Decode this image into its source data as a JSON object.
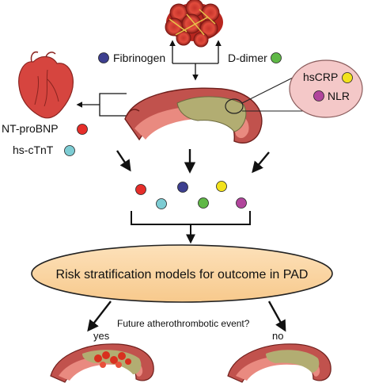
{
  "labels": {
    "fibrinogen": "Fibrinogen",
    "d_dimer": "D-dimer",
    "hscrp": "hsCRP",
    "nlr": "NLR",
    "nt_probnp": "NT-proBNP",
    "hs_ctnt": "hs-cTnT",
    "risk_model": "Risk stratification models for outcome in PAD",
    "question": "Future atherothrombotic event?",
    "yes": "yes",
    "no": "no"
  },
  "colors": {
    "fibrinogen": "#3d3f8f",
    "d_dimer": "#5fb846",
    "hscrp": "#f2e21c",
    "nlr": "#b1459c",
    "nt_probnp": "#e62e2a",
    "hs_ctnt": "#7dccd3",
    "oval_fill": "#fbd7a6",
    "inflammation_fill": "#f4c8c8",
    "artery_outer": "#a53a36",
    "plaque": "#b2ad72",
    "heart": "#d6453f"
  },
  "icons": {
    "thrombus": "blood-clot-icon",
    "heart": "heart-icon",
    "artery": "artery-plaque-icon"
  }
}
